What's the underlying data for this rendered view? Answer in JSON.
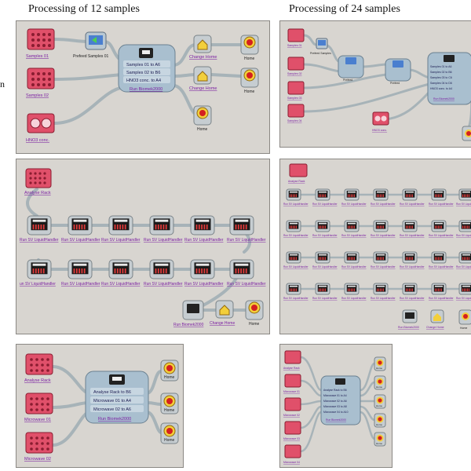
{
  "headings": {
    "left": "Processing of 12 samples",
    "right": "Processing of 24 samples"
  },
  "side_letter": "n",
  "panel_a": {
    "samples_01": "Samples 01",
    "samples_02": "Samples 02",
    "hno3": "HNO3 conc.",
    "prefeed": "Prefeed Samples 01",
    "block_lines": [
      "Samples 01 to A6",
      "Samples 02 to B6",
      "HNO3 conc. to A4"
    ],
    "block_link": "Run Biomek2000",
    "change_home_1": "Change Home",
    "change_home_2": "Change Home",
    "home_1": "Home",
    "home_2": "Home",
    "home_3": "Home"
  },
  "panel_b": {
    "analyse_rack": "Analyse Rack",
    "run_label": "Run SV LiquidHandler",
    "row1_labels": [
      "Run SV LiquidHandler",
      "Run SV LiquidHandler",
      "Run SV LiquidHandler",
      "Run SV LiquidHandler",
      "Run SV LiquidHandler",
      "Run SV LiquidHandler"
    ],
    "row2_labels": [
      "un SV LiquidHandler",
      "Run SV LiquidHandler",
      "Run SV LiquidHandler",
      "Run SV LiquidHandler",
      "Run SV LiquidHandler",
      "Run SV LiquidHandler"
    ],
    "biomek": "Run Biomek2000",
    "change_home": "Change Home",
    "home": "Home"
  },
  "panel_c": {
    "analyse_rack": "Analyse Rack",
    "microwave_01": "Microwave 01",
    "microwave_02": "Microwave 02",
    "block_lines": [
      "Analyse Rack to B6",
      "Microwave 01 to A4",
      "Microwave 02 to A6"
    ],
    "block_link": "Run Biomek2000",
    "home_1": "Home",
    "home_2": "Home",
    "home_3": "Home"
  },
  "panel_d": {
    "samples": [
      "Samples 01",
      "Samples 02",
      "Samples 03",
      "Samples 04"
    ],
    "prefeed": "Prefeed Samples",
    "hno3": "HNO3 conc.",
    "block1_caption": "Prefeed",
    "block2_caption": "Prefeed",
    "block_lines": [
      "Samples 01 to A6",
      "Samples 02 to B6",
      "Samples 03 to C6",
      "Samples 04 to D6",
      "HNO3 conc. to A4"
    ],
    "block_link": "Run Biomek2000"
  },
  "panel_e": {
    "analyse_rack": "Analyse Rack",
    "run_label": "Run SV LiquidHandler",
    "biomek": "Run Biomek2000",
    "change_home": "Change Home",
    "home": "Home"
  },
  "panel_f": {
    "inputs": [
      "Analyse Rack",
      "Microwave 01",
      "Microwave 02",
      "Microwave 03",
      "Microwave 04"
    ],
    "block_lines": [
      "Analyse Rack to B6",
      "Microwave 01 to A4",
      "Microwave 02 to A6",
      "Microwave 03 to A8",
      "Microwave 04 to A10"
    ],
    "block_link": "Run Biomek2000",
    "home": "Home"
  },
  "colors": {
    "panel_bg": "#d8d5d0",
    "link": "#7b1fa2",
    "rack_red": "#e0506a",
    "home_yellow": "#f2cf3b",
    "home_red": "#d42020",
    "block_blue": "#a9bfcf",
    "connector": "#a7b3b8"
  }
}
